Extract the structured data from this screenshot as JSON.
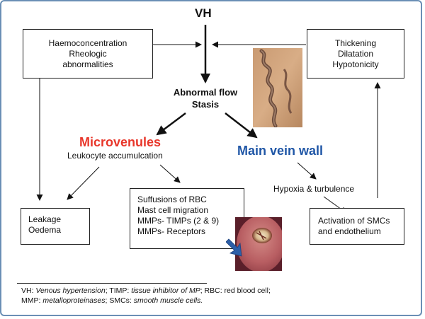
{
  "title": "VH",
  "nodes": {
    "haemo": [
      "Haemoconcentration",
      "Rheologic",
      "abnormalities"
    ],
    "thickening": [
      "Thickening",
      "Dilatation",
      "Hypotonicity"
    ],
    "abnormal_flow": [
      "Abnormal flow",
      "Stasis"
    ],
    "microvenules": "Microvenules",
    "leukocyte": "Leukocyte accumulcation",
    "main_vein_wall": "Main vein wall",
    "hypoxia": "Hypoxia & turbulence",
    "leakage": [
      "Leakage",
      "Oedema"
    ],
    "suffusions": [
      "Suffusions of RBC",
      "Mast cell migration",
      "MMPs- TIMPs (2 & 9)",
      "MMPs- Receptors"
    ],
    "activation": [
      "Activation of SMCs",
      "and endothelium"
    ]
  },
  "footer": {
    "line1": [
      {
        "text": "VH: ",
        "italic": false
      },
      {
        "text": "Venous hypertension",
        "italic": true
      },
      {
        "text": "; TIMP: ",
        "italic": false
      },
      {
        "text": "tissue inhibitor of MP",
        "italic": true
      },
      {
        "text": "; RBC: red blood cell;",
        "italic": false
      }
    ],
    "line2": [
      {
        "text": "MMP: ",
        "italic": false
      },
      {
        "text": "metalloproteinases",
        "italic": true
      },
      {
        "text": "; SMCs: ",
        "italic": false
      },
      {
        "text": "smooth muscle cells.",
        "italic": true
      }
    ]
  },
  "colors": {
    "microvenules": "#e8362a",
    "main_vein_wall": "#1f56a6",
    "frame": "#6a8fb5",
    "pointer_arrow": "#2d5fa8"
  }
}
